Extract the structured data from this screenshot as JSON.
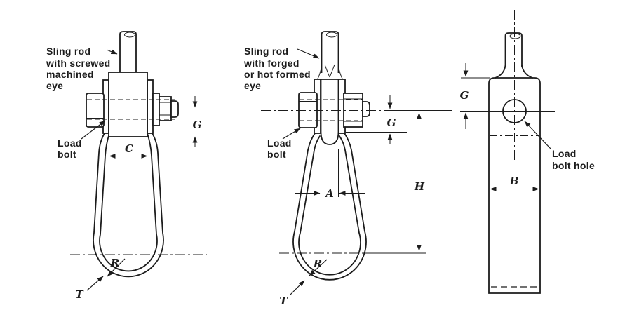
{
  "drawing": {
    "kind": "engineering-line-drawing",
    "subject": "sling rod eye terminations with load bolt",
    "colors": {
      "ink": "#1c1c1c",
      "background": "#ffffff"
    }
  },
  "figures": {
    "screwed": {
      "label": [
        "Sling rod",
        "with screwed",
        "machined",
        "eye"
      ],
      "load_bolt": [
        "Load",
        "bolt"
      ],
      "dims": {
        "c": "C",
        "g": "G",
        "r": "R",
        "t": "T"
      }
    },
    "forged": {
      "label": [
        "Sling rod",
        "with forged",
        "or hot formed",
        "eye"
      ],
      "load_bolt": [
        "Load",
        "bolt"
      ],
      "dims": {
        "a": "A",
        "g": "G",
        "h": "H",
        "r": "R",
        "t": "T"
      }
    },
    "side": {
      "hole_label": [
        "Load",
        "bolt hole"
      ],
      "dims": {
        "g": "G",
        "b": "B"
      }
    }
  }
}
